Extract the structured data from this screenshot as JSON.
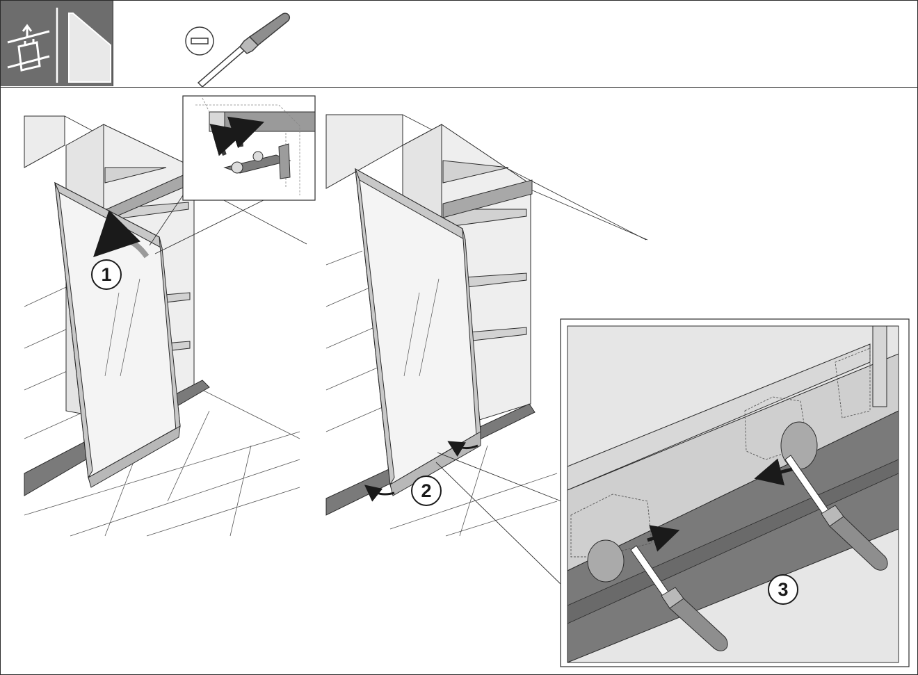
{
  "header": {
    "mode_icon": "door-removal-mode-icon",
    "panel_icon": "glass-panel-icon",
    "tool_icon": "flat-screwdriver-icon"
  },
  "steps": [
    {
      "label": "1"
    },
    {
      "label": "2"
    },
    {
      "label": "3"
    }
  ],
  "colors": {
    "header_icon_bg": "#6d6d6d",
    "line": "#2b2b2b",
    "wall": "#ececec",
    "rail": "#7a7a7a",
    "handle": "#8e8e8e"
  }
}
